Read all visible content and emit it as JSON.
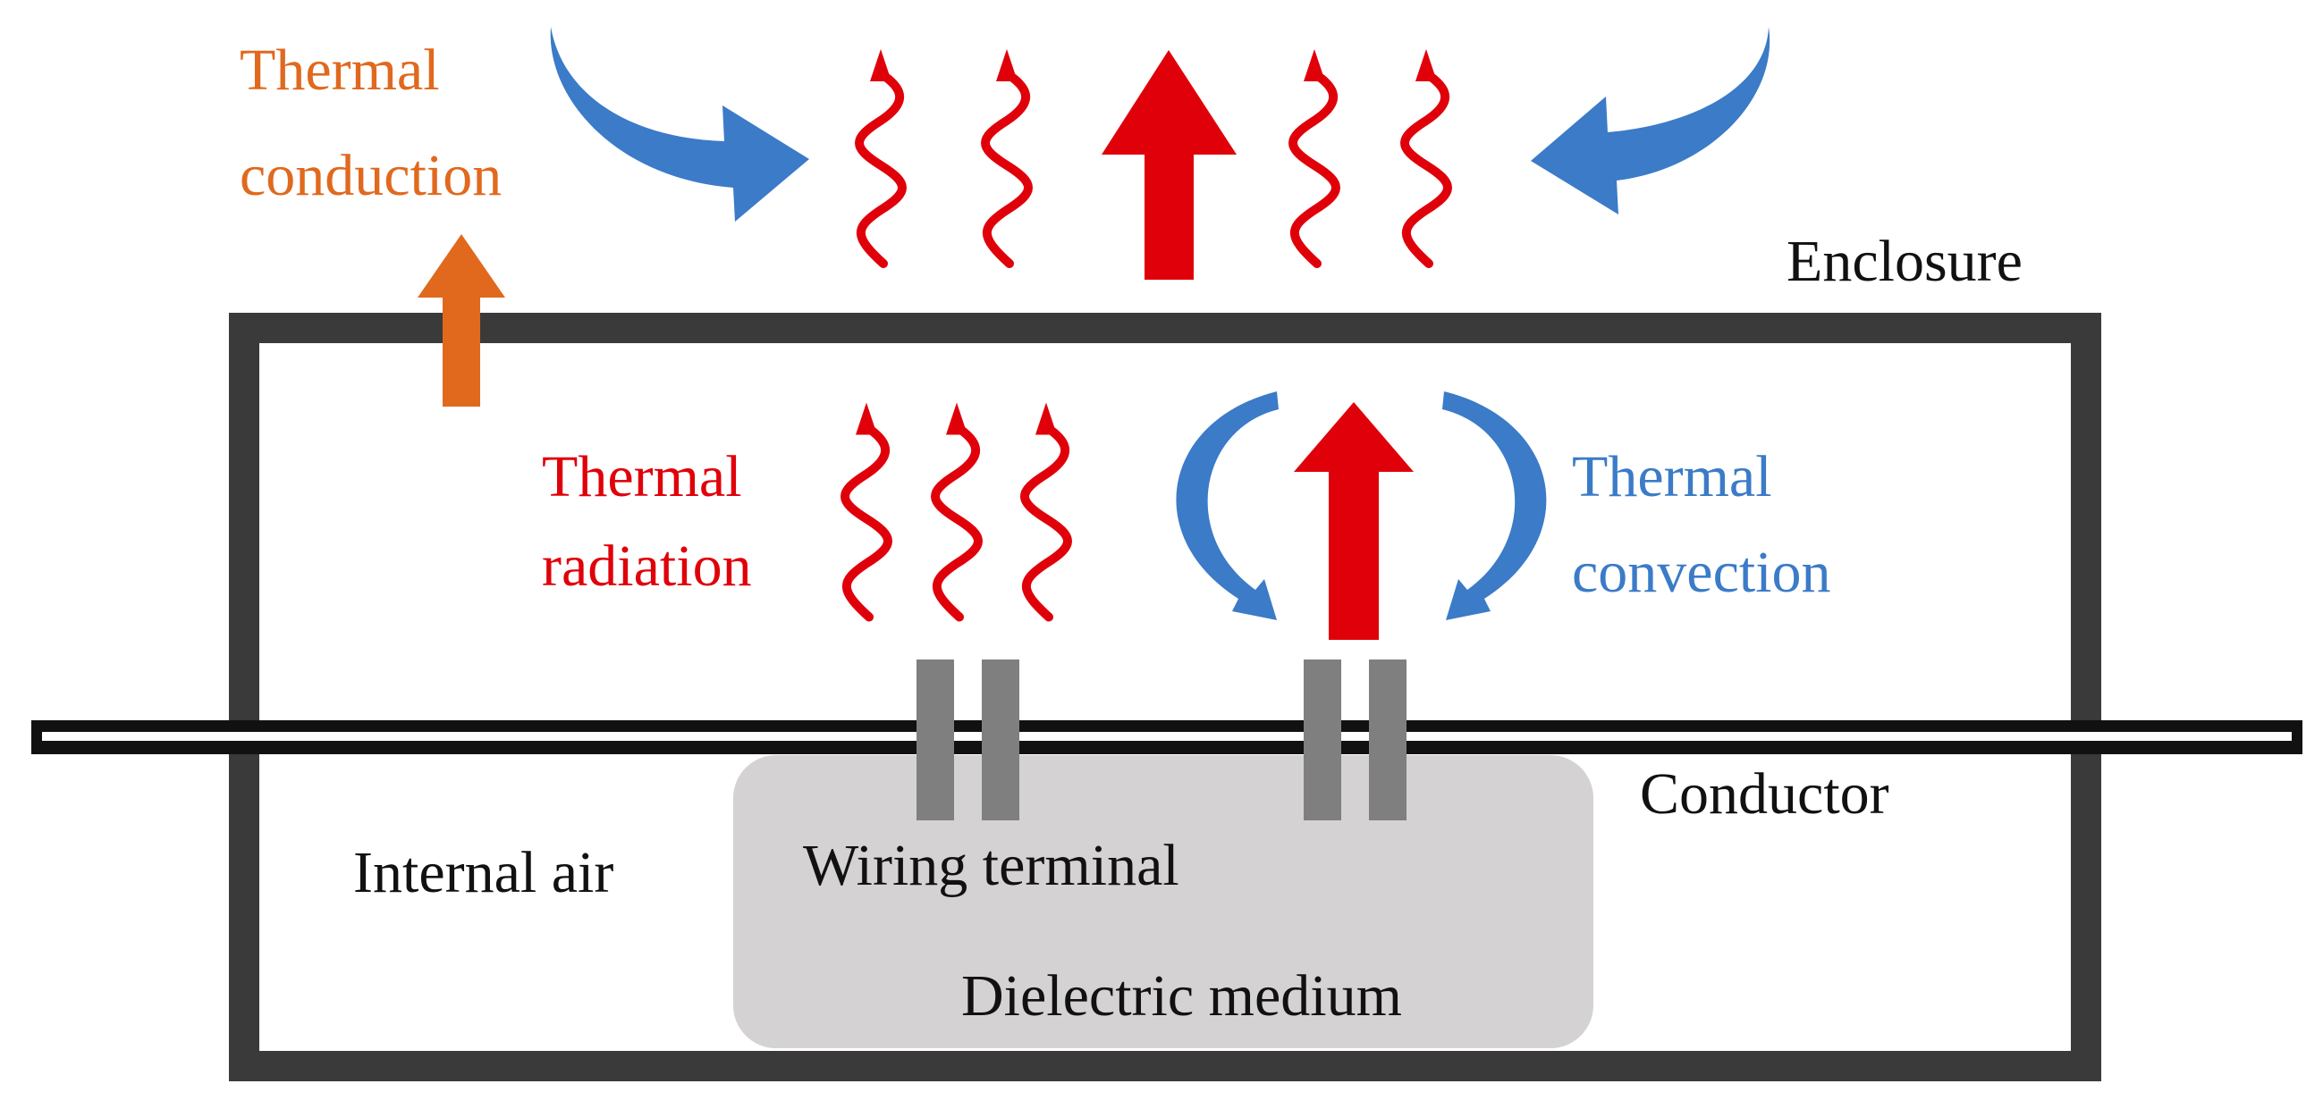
{
  "labels": {
    "conduction_line1": "Thermal",
    "conduction_line2": "conduction",
    "enclosure": "Enclosure",
    "radiation_line1": "Thermal",
    "radiation_line2": "radiation",
    "convection_line1": "Thermal",
    "convection_line2": "convection",
    "conductor": "Conductor",
    "internal_air": "Internal air",
    "wiring_terminal": "Wiring terminal",
    "dielectric_medium": "Dielectric medium"
  },
  "colors": {
    "conduction": "#e0691e",
    "radiation": "#e0000a",
    "convection": "#3b7bc8",
    "outline": "#3a3a3a",
    "terminal": "#7f7f7f",
    "dielectric": "#d4d2d3",
    "text": "#111111"
  }
}
